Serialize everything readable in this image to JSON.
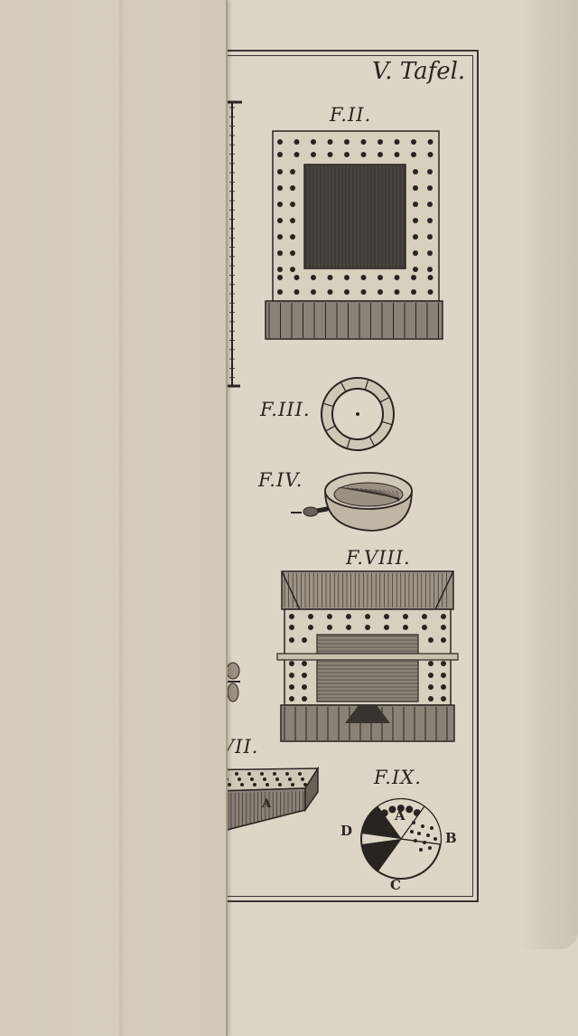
{
  "plate": {
    "title": "V. Tafel."
  },
  "figures": {
    "f2": "F.II.",
    "f3": "F.III.",
    "f4": "F.IV.",
    "f7": "VII.",
    "f8": "F.VIII.",
    "f9": "F.IX."
  },
  "fig9_labels": {
    "a": "A",
    "b": "B",
    "c": "C",
    "d": "D"
  },
  "fig7_label": "A",
  "colors": {
    "paper": "#ddd6c6",
    "ink": "#2a2420"
  }
}
